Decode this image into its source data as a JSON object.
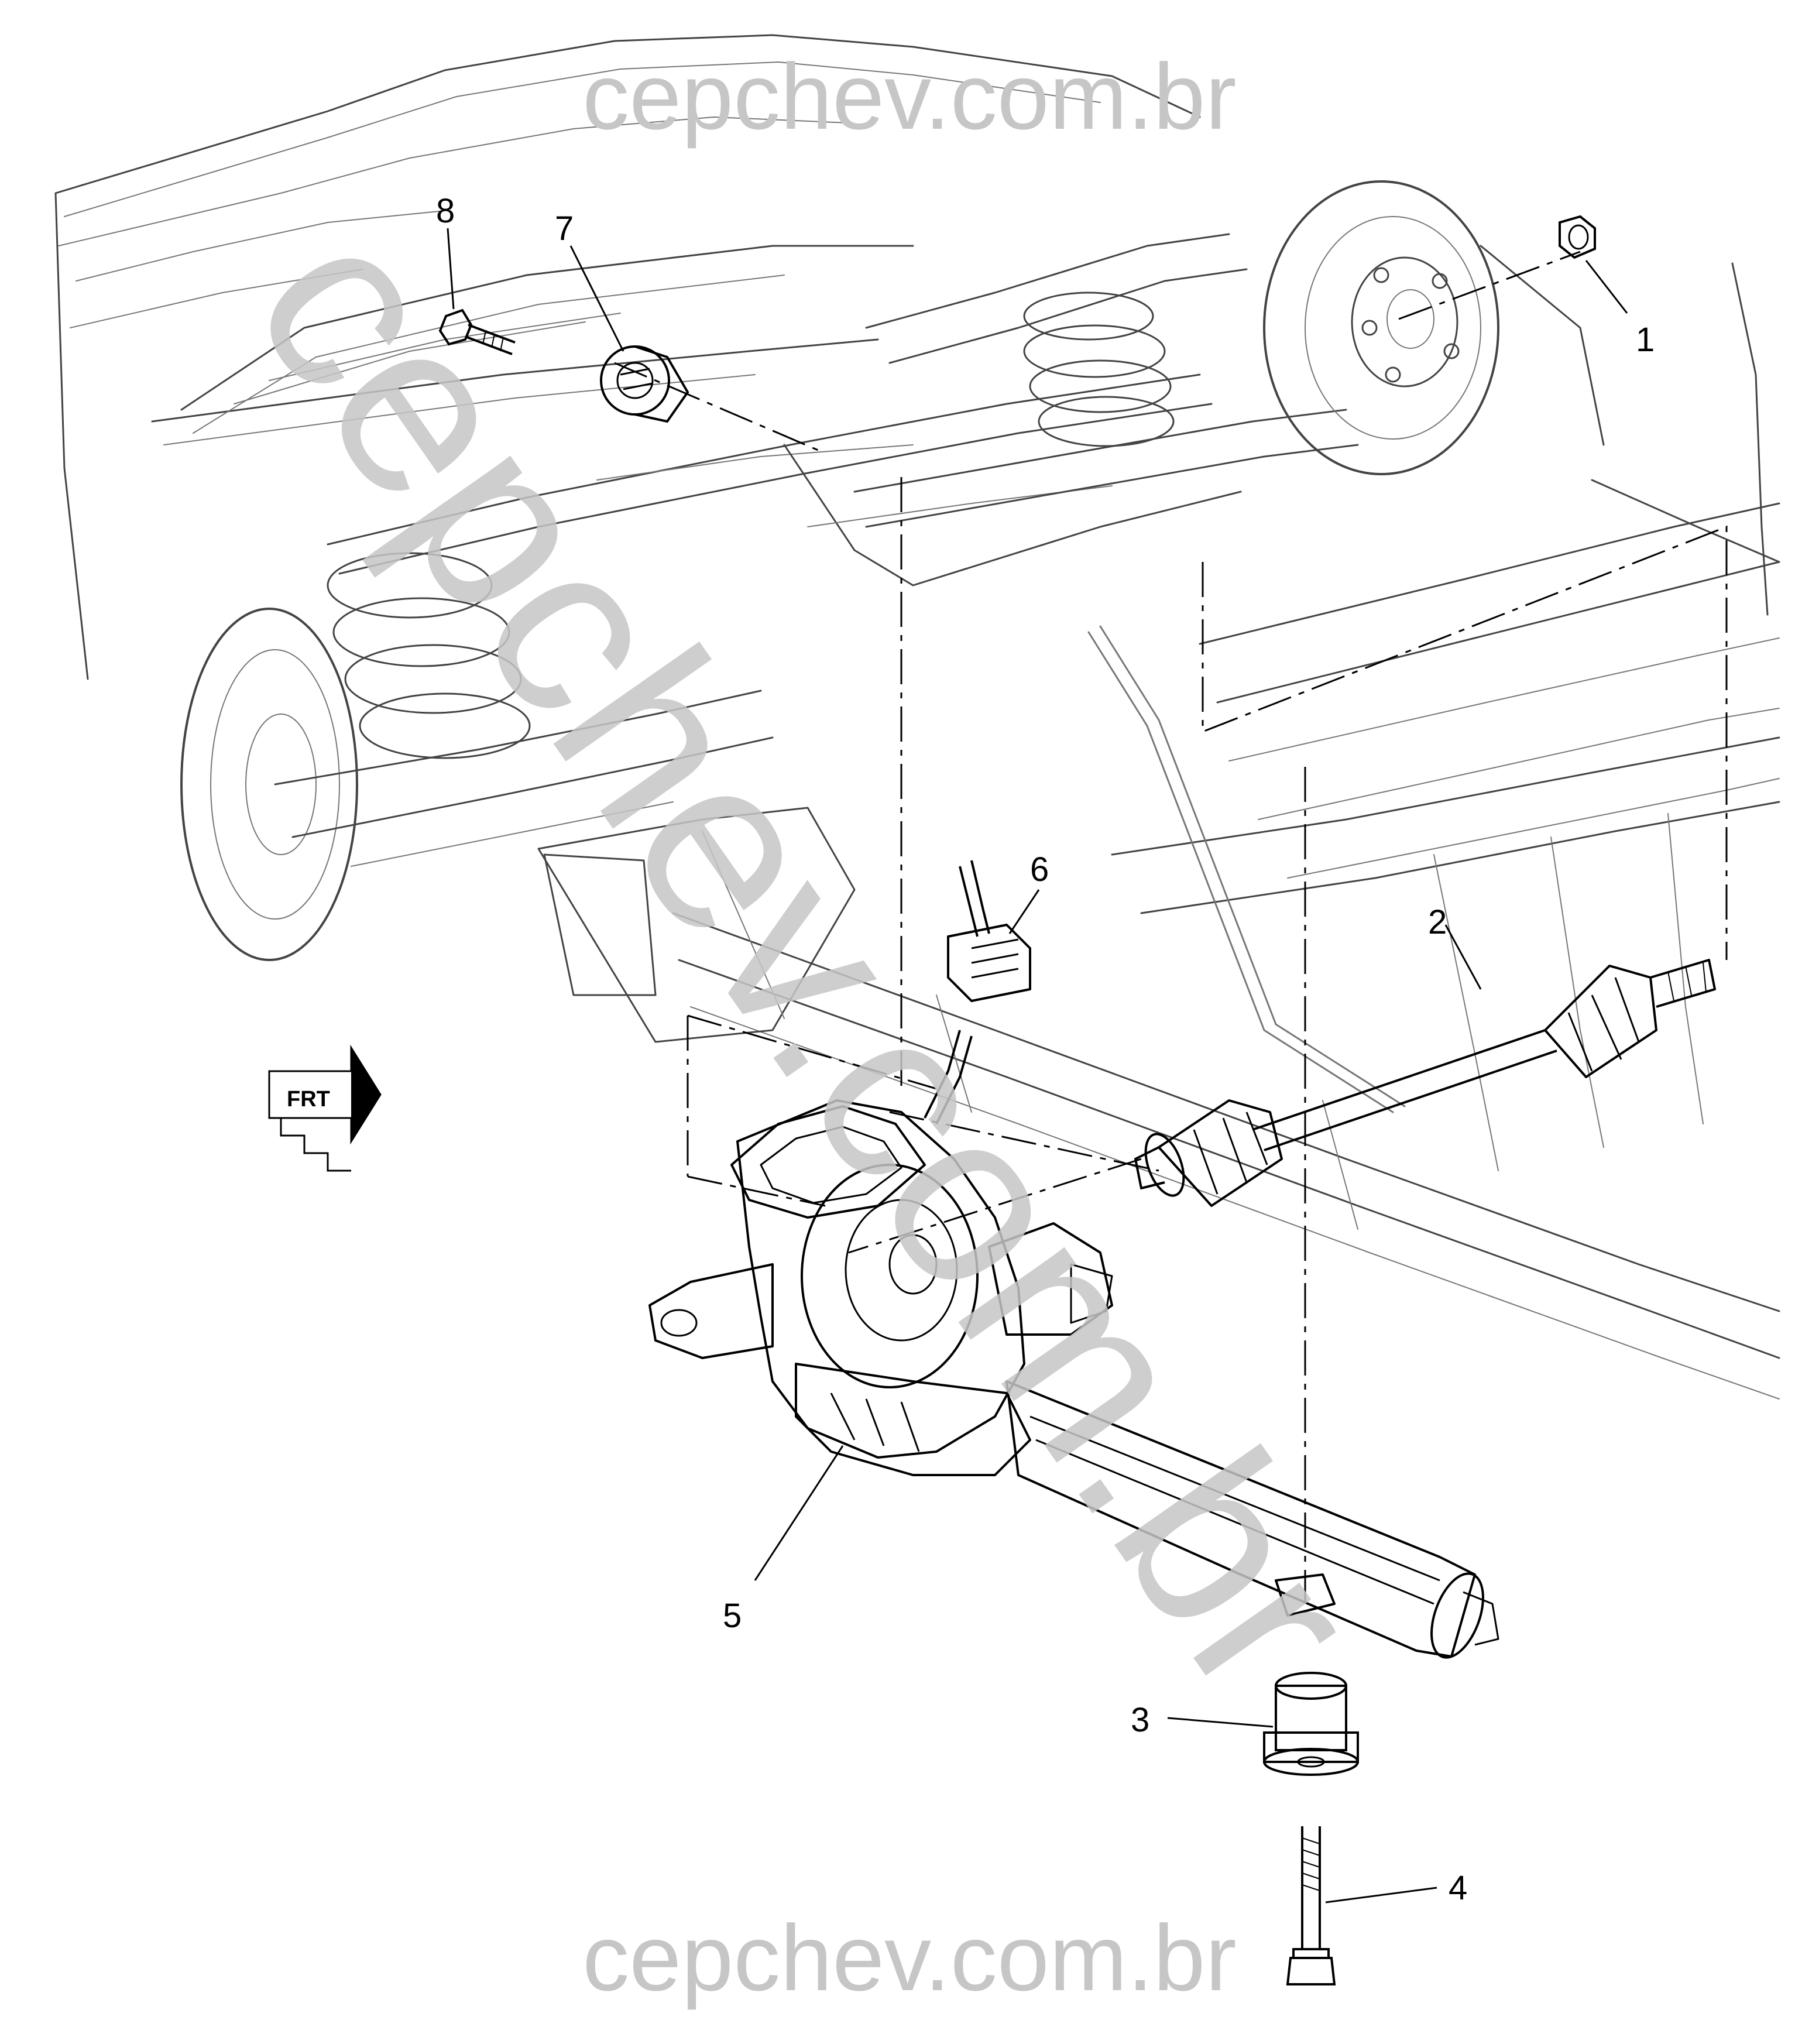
{
  "watermark": {
    "top": "cepchev.com.br",
    "bottom": "cepchev.com.br",
    "diagonal": "cepchev.com.br"
  },
  "front_indicator": {
    "label": "FRT",
    "icon": "front-arrow-icon"
  },
  "callouts": [
    {
      "id": "1",
      "label": "1",
      "component": "nut"
    },
    {
      "id": "2",
      "label": "2",
      "component": "drive-shaft"
    },
    {
      "id": "3",
      "label": "3",
      "component": "mount-bushing"
    },
    {
      "id": "4",
      "label": "4",
      "component": "bolt"
    },
    {
      "id": "5",
      "label": "5",
      "component": "drive-unit"
    },
    {
      "id": "6",
      "label": "6",
      "component": "electrical-connector"
    },
    {
      "id": "7",
      "label": "7",
      "component": "bushing"
    },
    {
      "id": "8",
      "label": "8",
      "component": "bolt"
    }
  ],
  "colors": {
    "line": "#000000",
    "watermark": "#c6c6c6",
    "background": "#ffffff"
  }
}
